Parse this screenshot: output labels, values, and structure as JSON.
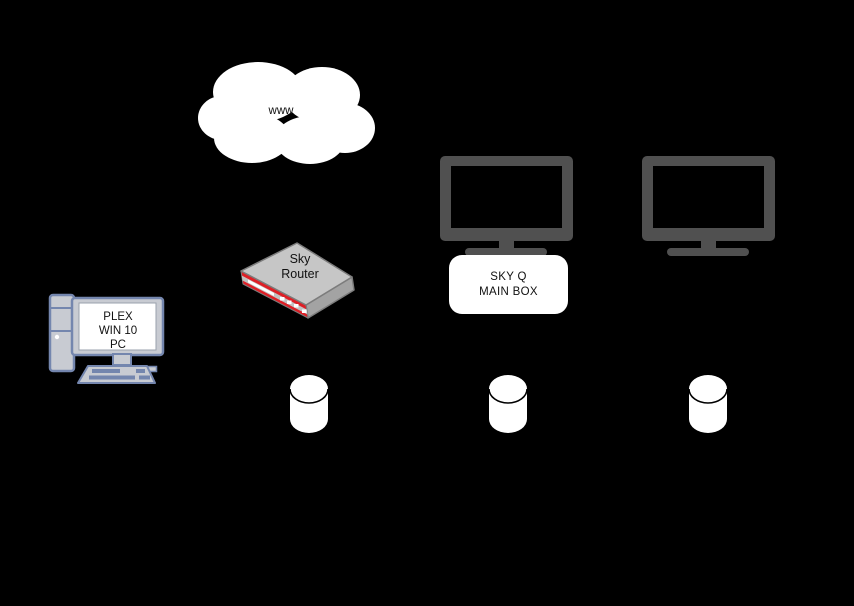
{
  "diagram": {
    "background_color": "#000000",
    "cloud": {
      "label": "www",
      "fill_color": "#FFFFFF"
    },
    "router": {
      "label": [
        "Sky",
        "Router"
      ],
      "top_color": "#C6C6C6",
      "side_color": "#A3A3A3",
      "front_color": "#C2C2C2",
      "accent_color": "#DE1F26"
    },
    "pc": {
      "screen_label": [
        "PLEX",
        "WIN 10",
        "PC"
      ],
      "outline_color": "#7486AE",
      "fill_color": "#C8CBD2"
    },
    "skyq_box": {
      "label": [
        "SKY Q",
        "MAIN BOX"
      ],
      "fill_color": "#FFFFFF"
    },
    "tv_color": "#505050",
    "drive_color": "#FFFFFF"
  }
}
